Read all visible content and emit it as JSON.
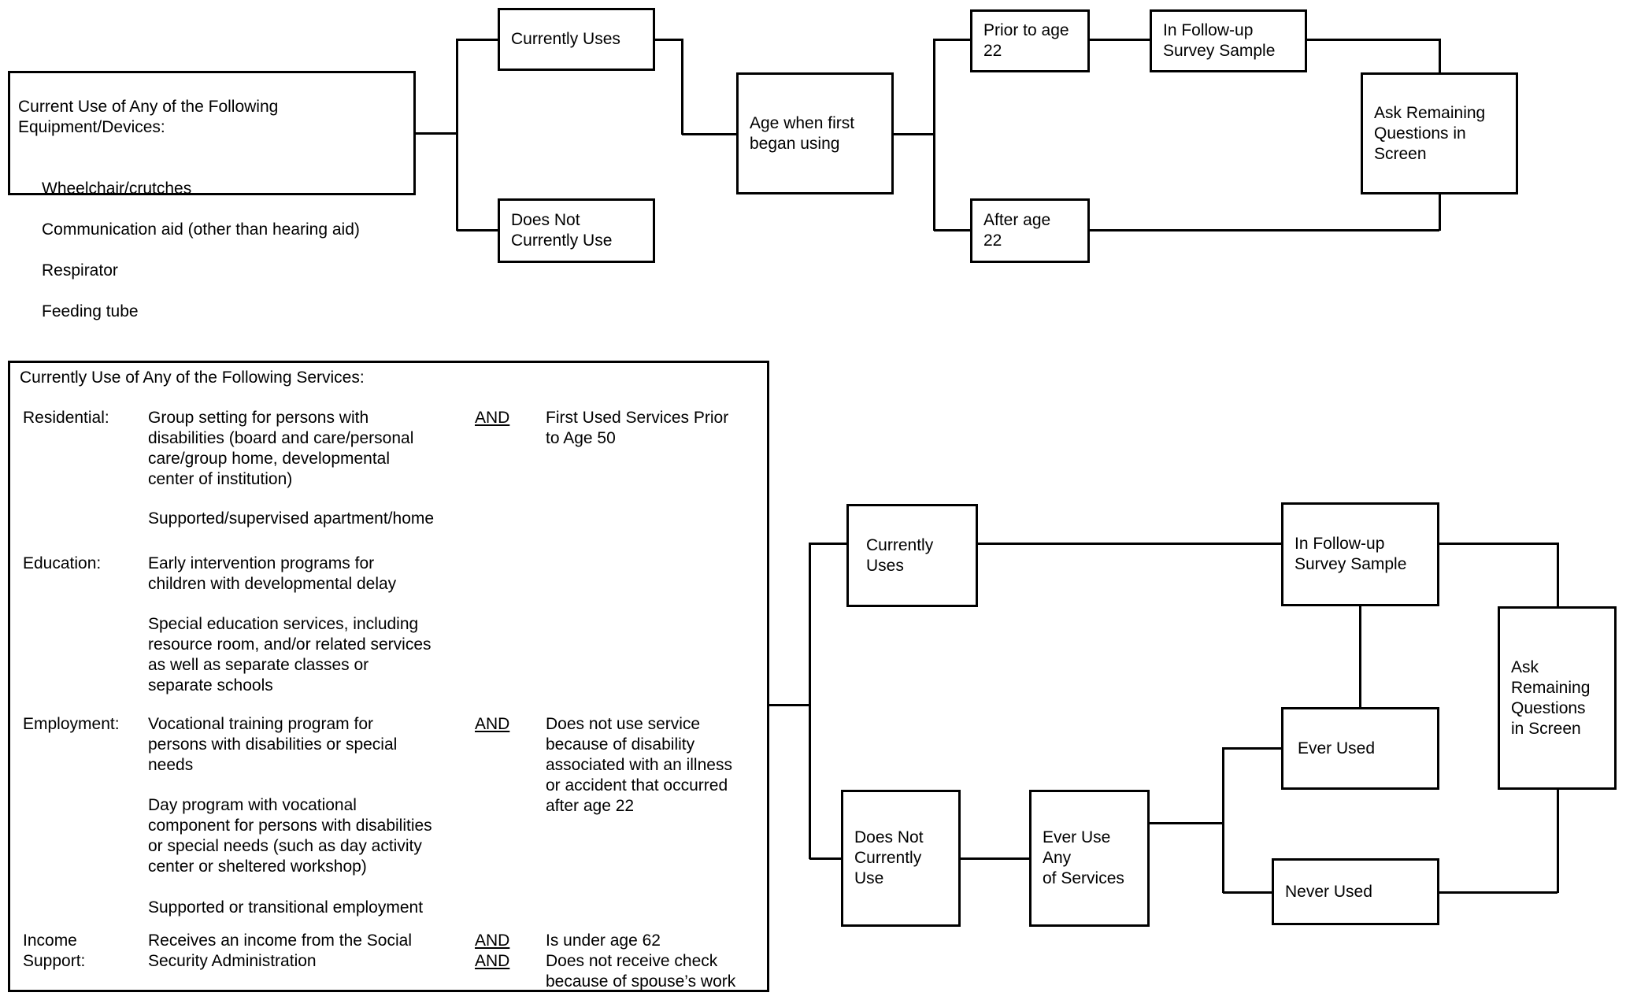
{
  "top_chart": {
    "equipment_box": {
      "title": "Current Use of Any of the Following\nEquipment/Devices:",
      "items": [
        "Wheelchair/crutches",
        "Communication aid (other than hearing aid)",
        "Respirator",
        "Feeding tube"
      ]
    },
    "currently_uses": "Currently Uses",
    "does_not_currently_use": "Does Not\nCurrently Use",
    "age_first_began": "Age when first\nbegan using",
    "prior_to_age_22": "Prior to age\n22",
    "after_age_22": "After age\n22",
    "in_followup": "In Follow-up\nSurvey Sample",
    "ask_remaining": "Ask Remaining\nQuestions in\nScreen"
  },
  "services_box": {
    "title": "Currently Use of Any of the Following Services:",
    "residential_label": "Residential:",
    "residential_desc1": "Group setting for persons with\ndisabilities (board and care/personal\ncare/group home, developmental\ncenter of institution)",
    "residential_and": "AND",
    "residential_right": "First Used Services Prior\nto Age 50",
    "residential_desc2": "Supported/supervised apartment/home",
    "education_label": "Education:",
    "education_desc1": "Early intervention programs for\nchildren with developmental delay",
    "education_desc2": "Special education services, including\nresource room, and/or related services\nas well as separate classes or\nseparate schools",
    "employment_label": "Employment:",
    "employment_desc1": "Vocational training program for\npersons with disabilities or special\nneeds",
    "employment_and": "AND",
    "employment_right": "Does not use service\nbecause of disability\nassociated with an illness\nor accident that occurred\nafter age 22",
    "employment_desc2": "Day program with vocational\ncomponent for persons with disabilities\nor special needs (such as day activity\ncenter or sheltered workshop)",
    "employment_desc3": "Supported or transitional employment",
    "income_label": "Income\nSupport:",
    "income_desc": "Receives an income from the Social\nSecurity Administration",
    "income_and1": "AND",
    "income_right1": "Is under age 62",
    "income_and2": "AND",
    "income_right2": "Does not receive check\nbecause of spouse’s work"
  },
  "bottom_chart": {
    "currently_uses": "Currently\nUses",
    "does_not_currently_use": "Does Not\nCurrently Use",
    "ever_use_any": "Ever Use Any\nof Services",
    "in_followup": "In Follow-up\nSurvey Sample",
    "ever_used": "Ever Used",
    "never_used": "Never Used",
    "ask_remaining": "Ask\nRemaining\nQuestions\nin Screen"
  },
  "colors": {
    "line": "#000000",
    "background": "#ffffff"
  }
}
